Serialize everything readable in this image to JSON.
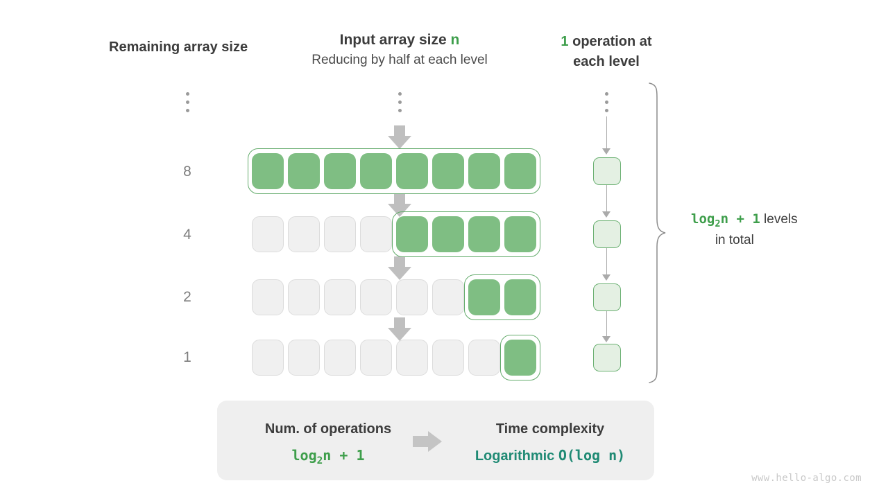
{
  "headings": {
    "left": "Remaining array size",
    "mid_main_prefix": "Input array size ",
    "mid_main_accent": "n",
    "mid_sub": "Reducing by half at each level",
    "right_accent": "1",
    "right_line1_rest": " operation at",
    "right_line2": "each level"
  },
  "colors": {
    "cell_full": "#7fbe83",
    "cell_empty": "#f0f0f0",
    "cell_empty_border": "#dcdcdc",
    "highlight_border": "#63ab6b",
    "op_fill": "#e4f0e3",
    "op_border": "#6cb173",
    "accent_green": "#3e9e4b",
    "accent_teal": "#1f8a74",
    "arrow_gray": "#bfbfbf",
    "text_dark": "#3c3c3c",
    "text_gray": "#7d7d7d"
  },
  "levels": [
    {
      "size_label": "8",
      "total_cells": 8,
      "filled_from": 0,
      "filled_count": 8
    },
    {
      "size_label": "4",
      "total_cells": 8,
      "filled_from": 4,
      "filled_count": 4
    },
    {
      "size_label": "2",
      "total_cells": 8,
      "filled_from": 6,
      "filled_count": 2
    },
    {
      "size_label": "1",
      "total_cells": 8,
      "filled_from": 7,
      "filled_count": 1
    }
  ],
  "ellipsis": {
    "dots": 3
  },
  "brace": {
    "formula": "log₂n + 1",
    "label_tail": " levels",
    "label_line2": "in total"
  },
  "summary": {
    "ops_title": "Num. of operations",
    "ops_value": "log₂n + 1",
    "complexity_title": "Time complexity",
    "complexity_word": "Logarithmic",
    "complexity_code": "O(log n)"
  },
  "watermark": "www.hello-algo.com"
}
